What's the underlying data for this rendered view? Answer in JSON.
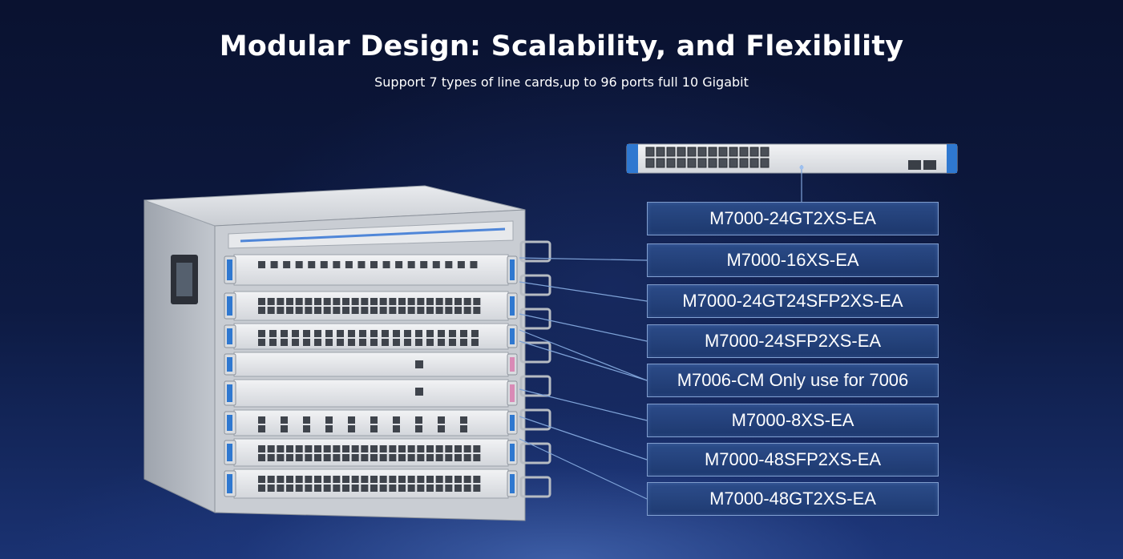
{
  "header": {
    "title": "Modular Design: Scalability, and Flexibility",
    "subtitle": "Support 7 types of line cards,up to 96 ports full 10 Gigabit"
  },
  "colors": {
    "background_top": "#0a1230",
    "background_bottom": "#1a3272",
    "label_fill": "#2d4e8c",
    "label_border": "#a0beeb",
    "connector_line": "#7fa3d8",
    "chassis_body": "#d6d9de",
    "ejector_blue": "#2f78d0"
  },
  "line_cards": [
    {
      "model": "M7000-24GT2XS-EA"
    },
    {
      "model": "M7000-16XS-EA"
    },
    {
      "model": "M7000-24GT24SFP2XS-EA"
    },
    {
      "model": "M7000-24SFP2XS-EA"
    },
    {
      "model": "M7006-CM Only use for 7006"
    },
    {
      "model": "M7000-8XS-EA"
    },
    {
      "model": "M7000-48SFP2XS-EA"
    },
    {
      "model": "M7000-48GT2XS-EA"
    }
  ]
}
